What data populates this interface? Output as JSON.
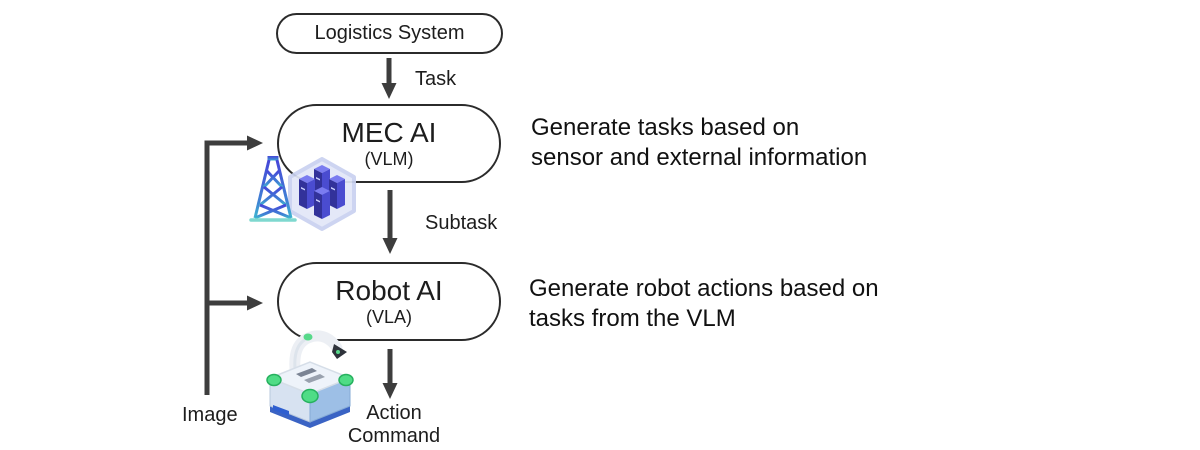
{
  "nodes": {
    "logistics": {
      "label": "Logistics System"
    },
    "mec": {
      "label": "MEC AI",
      "sublabel": "(VLM)"
    },
    "robot": {
      "label": "Robot AI",
      "sublabel": "(VLA)"
    }
  },
  "edge_labels": {
    "task": "Task",
    "subtask": "Subtask",
    "action": "Action Command",
    "image": "Image"
  },
  "annotations": {
    "mec": {
      "line1": "Generate tasks based on",
      "line2": "sensor and external information"
    },
    "robot": {
      "line1": "Generate robot actions based on",
      "line2": "tasks from the VLM"
    }
  },
  "icons": {
    "mec": "edge-server-tower-icon",
    "robot": "robot-arm-icon"
  },
  "colors": {
    "background": "#ffffff",
    "node_border": "#2b2b2b",
    "arrow": "#3d3d3d",
    "text": "#1d1d1d",
    "tower_blue": "#4646d8",
    "tower_teal": "#3fb9cf",
    "server_indigo": "#32329a",
    "server_violet": "#4a4cd0",
    "server_shell": "#e2e7f8",
    "robot_body_light": "#d7e2f1",
    "robot_body_blue": "#9dbfe6",
    "robot_base_blue": "#3a63c4",
    "robot_pad_green": "#4fdc86",
    "robot_arm_white": "#eceff4"
  }
}
